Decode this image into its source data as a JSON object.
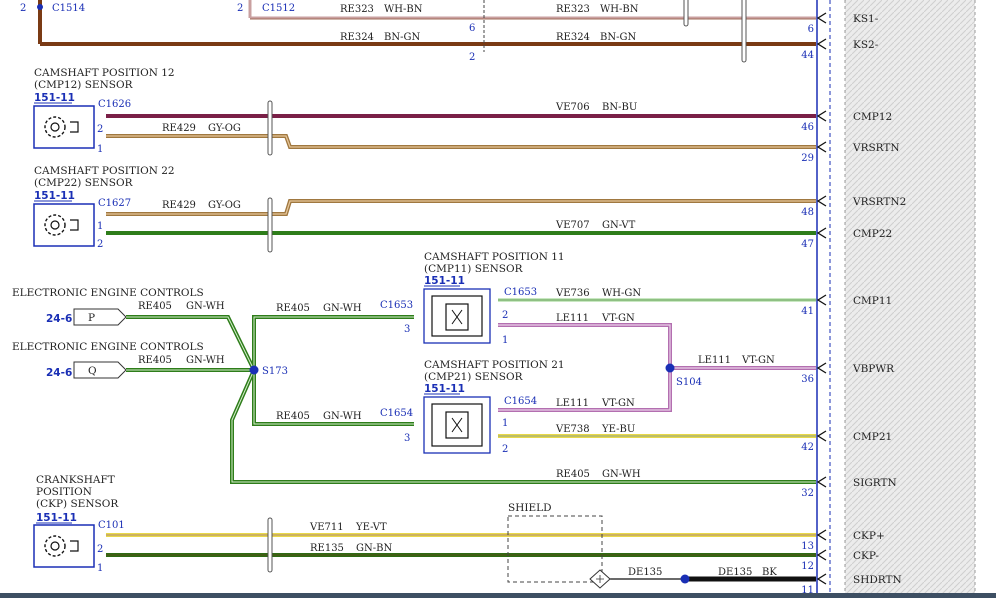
{
  "pcm_signals": [
    "KS1-",
    "KS2-",
    "CMP12",
    "VRSRTN",
    "VRSRTN2",
    "CMP22",
    "CMP11",
    "VBPWR",
    "CMP21",
    "SIGRTN",
    "CKP+",
    "CKP-",
    "SHDRTN"
  ],
  "pcm_pins": [
    "6",
    "44",
    "46",
    "29",
    "48",
    "47",
    "41",
    "36",
    "42",
    "32",
    "13",
    "12",
    "11"
  ],
  "top": {
    "c1514": "C1514",
    "c1514_pin": "2",
    "c1512": "C1512",
    "c1512_pin": "2",
    "ks1_circuit_left": "RE323",
    "ks1_color_left": "WH-BN",
    "ks1_circuit_right": "RE323",
    "ks1_color_right": "WH-BN",
    "ks1_inline_pin": "6",
    "ks2_circuit_left": "RE324",
    "ks2_color_left": "BN-GN",
    "ks2_circuit_right": "RE324",
    "ks2_color_right": "BN-GN",
    "ks2_inline_pin": "2"
  },
  "cmp12": {
    "title1": "CAMSHAFT POSITION 12",
    "title2": "(CMP12) SENSOR",
    "ref": "151-11",
    "connector": "C1626",
    "pin_a": "2",
    "pin_b": "1",
    "wire_sig_circuit": "VE706",
    "wire_sig_color": "BN-BU",
    "wire_rtn_circuit": "RE429",
    "wire_rtn_color": "GY-OG"
  },
  "cmp22": {
    "title1": "CAMSHAFT POSITION 22",
    "title2": "(CMP22) SENSOR",
    "ref": "151-11",
    "connector": "C1627",
    "pin_a": "1",
    "pin_b": "2",
    "wire_rtn_circuit": "RE429",
    "wire_rtn_color": "GY-OG",
    "wire_sig_circuit": "VE707",
    "wire_sig_color": "GN-VT"
  },
  "eec_p": {
    "title": "ELECTRONIC ENGINE CONTROLS",
    "ref": "24-6",
    "pin": "P",
    "circuit": "RE405",
    "color": "GN-WH"
  },
  "eec_q": {
    "title": "ELECTRONIC ENGINE CONTROLS",
    "ref": "24-6",
    "pin": "Q",
    "circuit": "RE405",
    "color": "GN-WH"
  },
  "splice_s173": "S173",
  "splice_s104": "S104",
  "cmp11": {
    "title1": "CAMSHAFT POSITION 11",
    "title2": "(CMP11) SENSOR",
    "ref": "151-11",
    "connector_left": "C1653",
    "connector_right": "C1653",
    "pin_left": "3",
    "pin_a": "2",
    "pin_b": "1",
    "wire_in_circuit": "RE405",
    "wire_in_color": "GN-WH",
    "wire_sig_circuit": "VE736",
    "wire_sig_color": "WH-GN",
    "wire_pwr_circuit": "LE111",
    "wire_pwr_color": "VT-GN"
  },
  "vbpwr_wire": {
    "circuit": "LE111",
    "color": "VT-GN"
  },
  "cmp21": {
    "title1": "CAMSHAFT POSITION 21",
    "title2": "(CMP21) SENSOR",
    "ref": "151-11",
    "connector_left": "C1654",
    "connector_right": "C1654",
    "pin_left": "3",
    "pin_a": "1",
    "pin_b": "2",
    "wire_in_circuit": "RE405",
    "wire_in_color": "GN-WH",
    "wire_pwr_circuit": "LE111",
    "wire_pwr_color": "VT-GN",
    "wire_sig_circuit": "VE738",
    "wire_sig_color": "YE-BU"
  },
  "sigrtn_wire": {
    "circuit": "RE405",
    "color": "GN-WH"
  },
  "ckp": {
    "title1": "CRANKSHAFT",
    "title2": "POSITION",
    "title3": "(CKP) SENSOR",
    "ref": "151-11",
    "connector": "C101",
    "pin_a": "2",
    "pin_b": "1",
    "wire_pos_circuit": "VE711",
    "wire_pos_color": "YE-VT",
    "wire_neg_circuit": "RE135",
    "wire_neg_color": "GN-BN"
  },
  "shield": {
    "label": "SHIELD",
    "drain_circuit_left": "DE135",
    "drain_circuit_right": "DE135",
    "drain_color_right": "BK"
  },
  "colors": {
    "wire_purple": "#7a1f47",
    "wire_tan": "#a07840",
    "wire_green": "#2e7d1a",
    "wire_light": "#c9e8c2",
    "wire_violet": "#b36fb0",
    "wire_yellow": "#e8d84a",
    "wire_brown": "#7a3a14",
    "wire_black": "#111111",
    "accent_blue": "#1a2fb5"
  }
}
